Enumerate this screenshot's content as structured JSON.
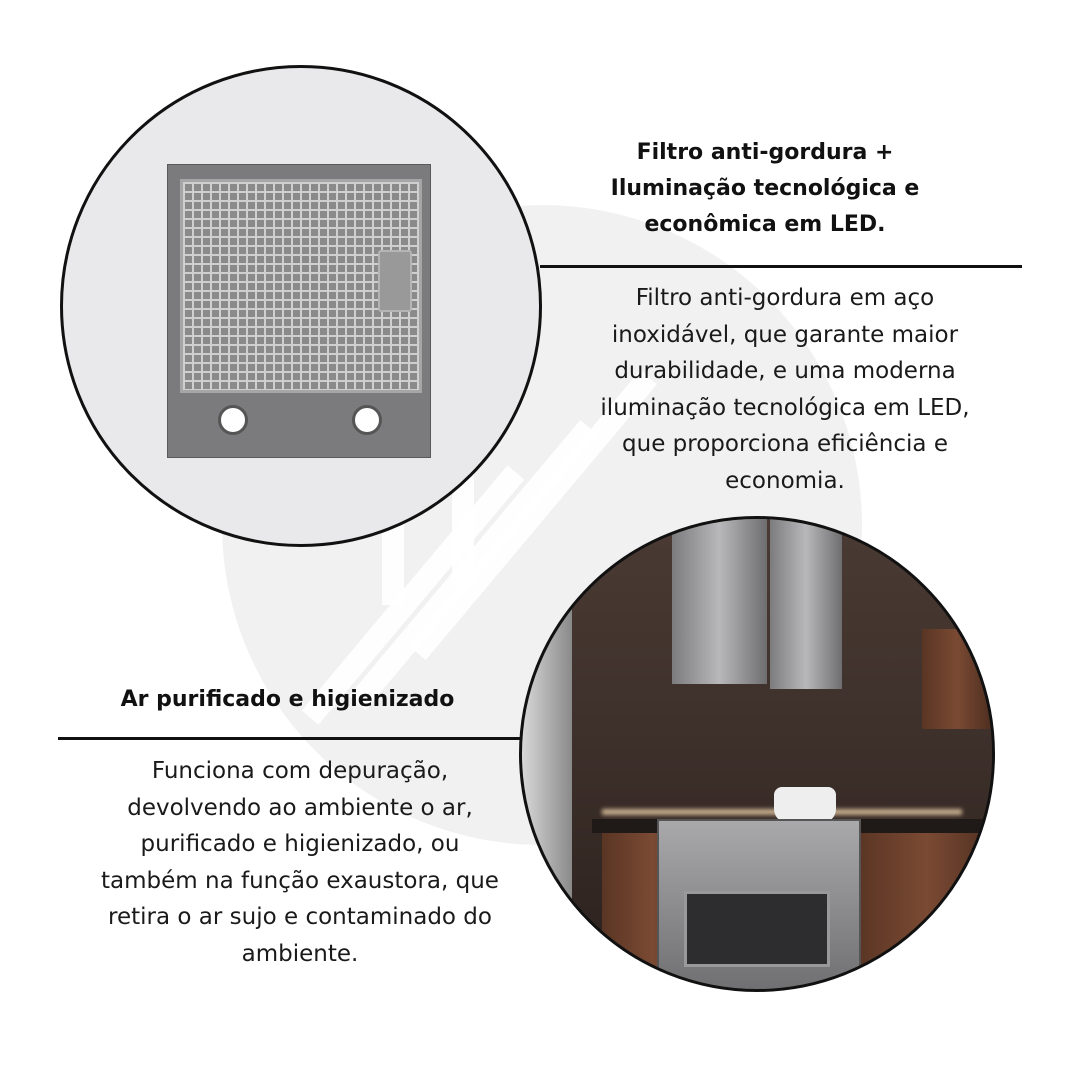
{
  "section1": {
    "heading_lines": [
      "Filtro anti-gordura +",
      "Iluminação tecnológica e",
      "econômica em LED."
    ],
    "body_lines": [
      "Filtro anti-gordura em aço",
      "inoxidável, que garante maior",
      "durabilidade, e uma moderna",
      "iluminação tecnológica em LED,",
      "que proporciona eficiência e",
      "economia."
    ]
  },
  "section2": {
    "heading": "Ar purificado e higienizado",
    "body_lines": [
      "Funciona com depuração,",
      "devolvendo ao ambiente o ar,",
      "purificado e higienizado, ou",
      "também na função exaustora, que",
      "retira o ar sujo e contaminado do",
      "ambiente."
    ]
  }
}
